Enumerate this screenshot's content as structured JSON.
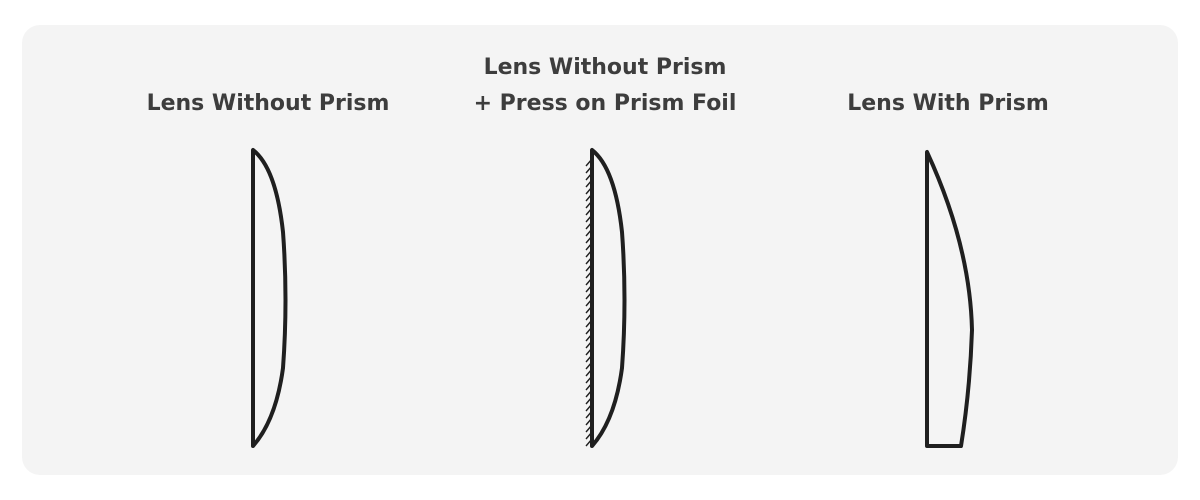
{
  "lenses": [
    {
      "title_lines": [
        "Lens Without Prism"
      ]
    },
    {
      "title_lines": [
        "Lens Without Prism",
        "+ Press on Prism Foil"
      ]
    },
    {
      "title_lines": [
        "Lens With Prism"
      ]
    }
  ]
}
